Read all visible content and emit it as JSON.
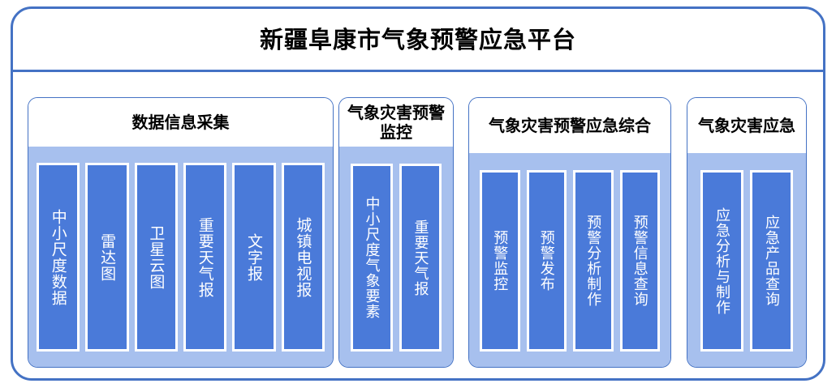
{
  "platform": {
    "title": "新疆阜康市气象预警应急平台",
    "frame_border_color": "#4472c4",
    "panel_body_color": "#a7c0ee",
    "item_color": "#4a7ad9",
    "item_border_color": "#ffffff",
    "title_text_color": "#000000",
    "item_text_color": "#ffffff"
  },
  "panels": [
    {
      "title": "数据信息采集",
      "items": [
        {
          "label": "中小尺度数据"
        },
        {
          "label": "雷达图"
        },
        {
          "label": "卫星云图"
        },
        {
          "label": "重要天气报"
        },
        {
          "label": "文字报"
        },
        {
          "label": "城镇电视报"
        }
      ]
    },
    {
      "title": "气象灾害预警监控",
      "items": [
        {
          "label": "中小尺度气象要素"
        },
        {
          "label": "重要天气报"
        }
      ]
    },
    {
      "title": "气象灾害预警应急综合",
      "items": [
        {
          "label": "预警监控"
        },
        {
          "label": "预警发布"
        },
        {
          "label": "预警分析制作"
        },
        {
          "label": "预警信息查询"
        }
      ]
    },
    {
      "title": "气象灾害应急",
      "items": [
        {
          "label": "应急分析与制作"
        },
        {
          "label": "应急产品查询"
        }
      ]
    }
  ]
}
